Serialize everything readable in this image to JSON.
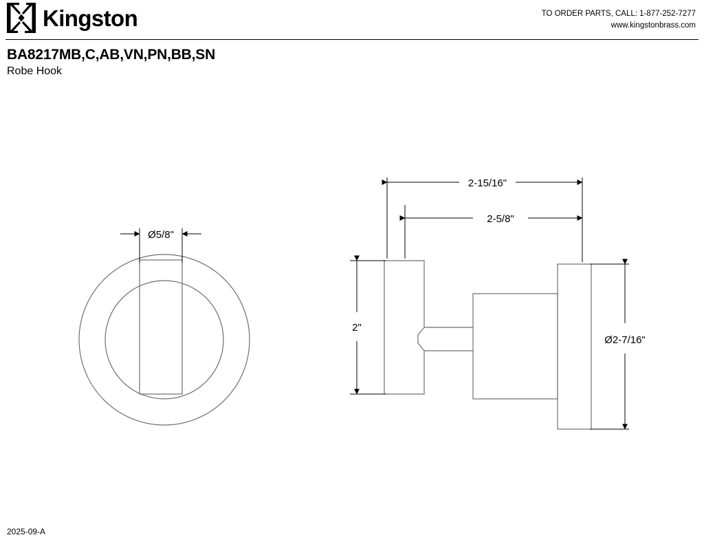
{
  "header": {
    "brand_name": "Kingston",
    "logo_icon": "kingston-interlocking-k-logo",
    "contact": {
      "order_line": "TO ORDER PARTS, CALL: 1-877-252-7277",
      "website": "www.kingstonbrass.com"
    }
  },
  "title": {
    "model_number": "BA8217MB,C,AB,VN,PN,BB,SN",
    "product_name": "Robe Hook"
  },
  "drawing": {
    "front_view": {
      "label": "front-view",
      "dimension": "Ø5/8\""
    },
    "side_view": {
      "label": "side-view",
      "dimensions": {
        "overall_length": "2-15/16\"",
        "projection": "2-5/8\"",
        "plate_height": "2\"",
        "knob_diameter": "Ø2-7/16\""
      }
    }
  },
  "footer": {
    "revision_code": "2025-09-A"
  },
  "colors": {
    "line": "#6e6e6e",
    "dimension_line": "#000000",
    "text": "#000000",
    "background": "#ffffff"
  }
}
